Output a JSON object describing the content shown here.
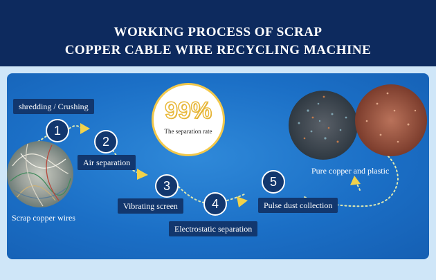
{
  "header": {
    "title_line1": "WORKING PROCESS OF SCRAP",
    "title_line2": "COPPER CABLE WIRE RECYCLING MACHINE"
  },
  "rate": {
    "value": "99%",
    "caption": "The separation rate"
  },
  "steps": [
    {
      "number": "1",
      "label": "shredding / Crushing"
    },
    {
      "number": "2",
      "label": "Air separation"
    },
    {
      "number": "3",
      "label": "Vibrating screen"
    },
    {
      "number": "4",
      "label": "Electrostatic separation"
    },
    {
      "number": "5",
      "label": "Pulse dust collection"
    }
  ],
  "captions": {
    "input": "Scrap copper wires",
    "output": "Pure copper and plastic"
  },
  "colors": {
    "header_bg": "#0d2a5e",
    "panel_blue": "#1b6fc6",
    "label_bg": "#12376e",
    "arrow_yellow": "#f2d24a",
    "dotted_path": "#dfe9b0"
  }
}
